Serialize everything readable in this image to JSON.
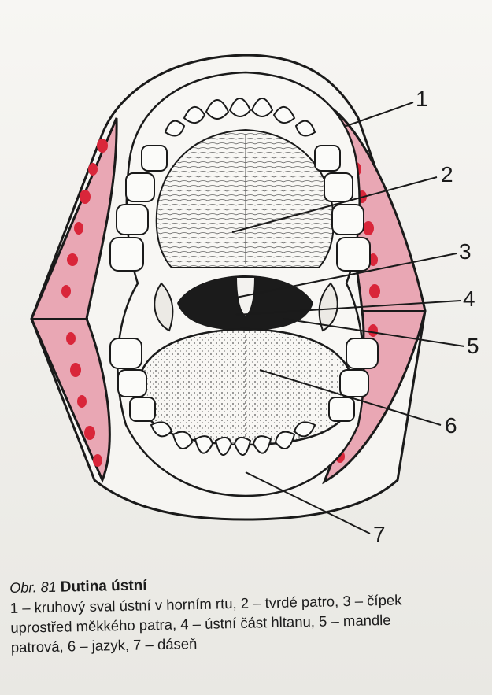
{
  "labels": [
    "1",
    "2",
    "3",
    "4",
    "5",
    "6",
    "7"
  ],
  "caption": {
    "figure_label": "Obr. 81",
    "title": "Dutina ústní",
    "line1": "1 – kruhový sval ústní v horním rtu, 2 – tvrdé patro, 3 – čípek",
    "line2": "uprostřed měkkého patra, 4 – ústní část hltanu, 5 – mandle",
    "line3": "patrová, 6 – jazyk, 7 – dáseň"
  },
  "colors": {
    "lip": "#e9a7b4",
    "muscle": "#d9263a",
    "ink": "#1a1a1a",
    "paper": "#f3f2ef"
  }
}
